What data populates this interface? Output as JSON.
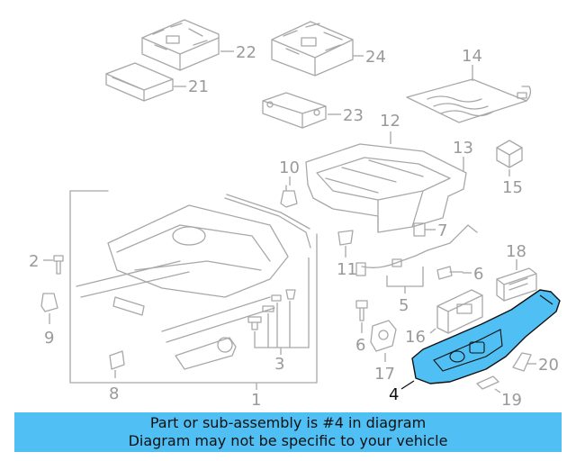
{
  "callouts": {
    "c1": "1",
    "c2": "2",
    "c3": "3",
    "c4": "4",
    "c5": "5",
    "c6a": "6",
    "c6b": "6",
    "c7": "7",
    "c8": "8",
    "c9": "9",
    "c10": "10",
    "c11": "11",
    "c12": "12",
    "c13": "13",
    "c14": "14",
    "c15": "15",
    "c16": "16",
    "c17": "17",
    "c18": "18",
    "c19": "19",
    "c20": "20",
    "c21": "21",
    "c22": "22",
    "c23": "23",
    "c24": "24"
  },
  "highlighted_part": "4",
  "colors": {
    "highlight": "#50bff3",
    "banner": "#50bff3",
    "line_art": "#a8a8a8"
  },
  "banner": {
    "line1": "Part or sub-assembly is #4 in diagram",
    "line2": "Diagram may not be specific to your vehicle"
  }
}
